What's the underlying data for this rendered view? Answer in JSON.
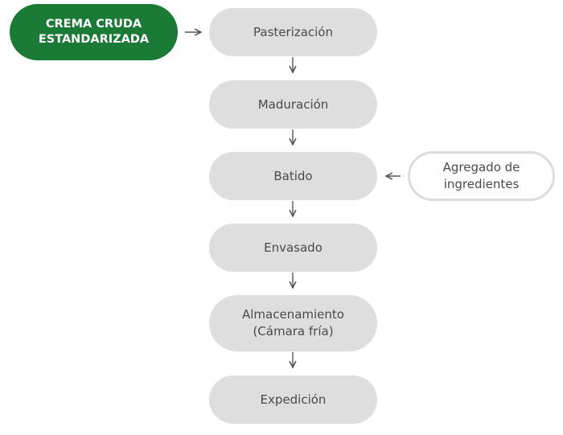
{
  "start_node": {
    "label": "CREMA CRUDA\nESTANDARIZADA"
  },
  "steps": [
    {
      "label": "Pasterización"
    },
    {
      "label": "Maduración"
    },
    {
      "label": "Batido"
    },
    {
      "label": "Envasado"
    },
    {
      "label": "Almacenamiento\n(Cámara fría)"
    },
    {
      "label": "Expedición"
    }
  ],
  "side_input": {
    "label": "Agregado de\ningredientes"
  },
  "colors": {
    "start_fill": "#1a7a36",
    "step_fill": "#dedede",
    "side_border": "#dcdcdc",
    "arrow": "#555555",
    "text": "#4a4a4a"
  }
}
